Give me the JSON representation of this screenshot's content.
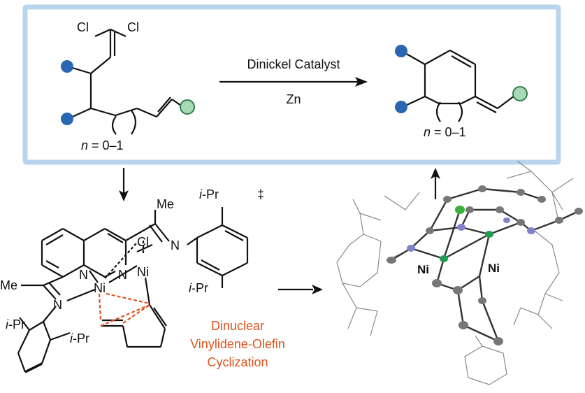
{
  "colors": {
    "box_border": "#b9d5ee",
    "blue_dot": "#2a67b3",
    "green_dot": "#a9d8b6",
    "green_dot_edge": "#2f7d45",
    "orange": "#e0541f",
    "ni_atom": "#1e9c52",
    "n_atom": "#7f82c9",
    "cl_atom": "#38b238",
    "c_atom": "#777777"
  },
  "reaction": {
    "reactant": {
      "cl1": "Cl",
      "cl2": "Cl",
      "n_range_var": "n",
      "n_range_val": " = 0–1"
    },
    "arrow_top_label": "Dinickel Catalyst",
    "arrow_bottom_label": "Zn",
    "product": {
      "n_range_var": "n",
      "n_range_val": " = 0–1"
    }
  },
  "ts": {
    "dagger": "‡",
    "iPr": "i",
    "iPr_rest": "-Pr",
    "me": "Me",
    "n": "N",
    "ni": "Ni",
    "cl": "Cl",
    "caption": [
      "Dinuclear",
      "Vinylidene-Olefin",
      "Cyclization"
    ]
  },
  "crystal": {
    "ni_left": "Ni",
    "ni_right": "Ni"
  }
}
